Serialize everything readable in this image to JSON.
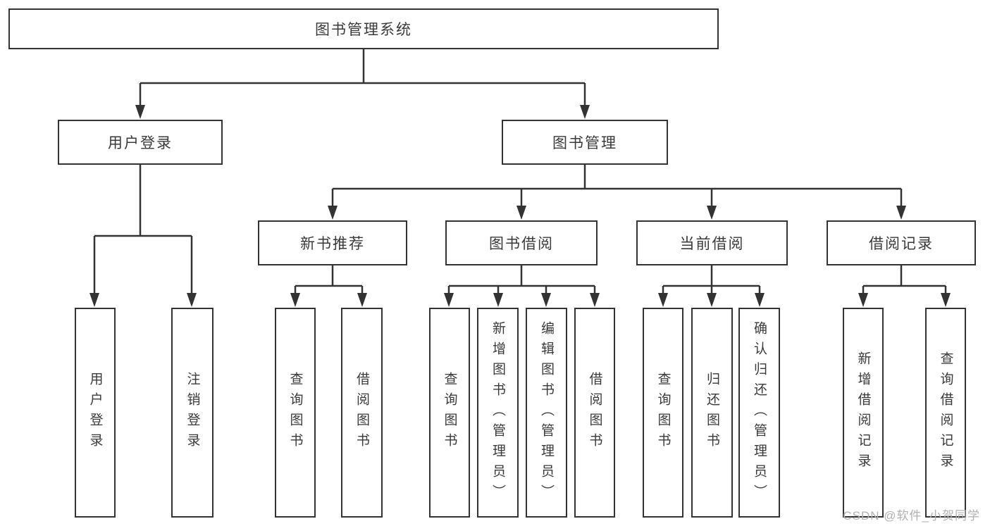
{
  "diagram": {
    "root": {
      "label": "图书管理系统"
    },
    "level1": [
      {
        "label": "用户登录"
      },
      {
        "label": "图书管理"
      }
    ],
    "level2": [
      {
        "label": "新书推荐"
      },
      {
        "label": "图书借阅"
      },
      {
        "label": "当前借阅"
      },
      {
        "label": "借阅记录"
      }
    ],
    "leaves": [
      {
        "label": "用户登录"
      },
      {
        "label": "注销登录"
      },
      {
        "label": "查询图书"
      },
      {
        "label": "借阅图书"
      },
      {
        "label": "查询图书"
      },
      {
        "label": "新增图书（管理员）"
      },
      {
        "label": "编辑图书（管理员）"
      },
      {
        "label": "借阅图书"
      },
      {
        "label": "查询图书"
      },
      {
        "label": "归还图书"
      },
      {
        "label": "确认归还（管理员）"
      },
      {
        "label": "新增借阅记录"
      },
      {
        "label": "查询借阅记录"
      }
    ]
  },
  "watermark": {
    "text": "CSDN @软件_小贺同学"
  },
  "colors": {
    "line": "#333333",
    "text": "#3a3a3a",
    "watermark": "#b3b0b0",
    "background": "#ffffff"
  }
}
